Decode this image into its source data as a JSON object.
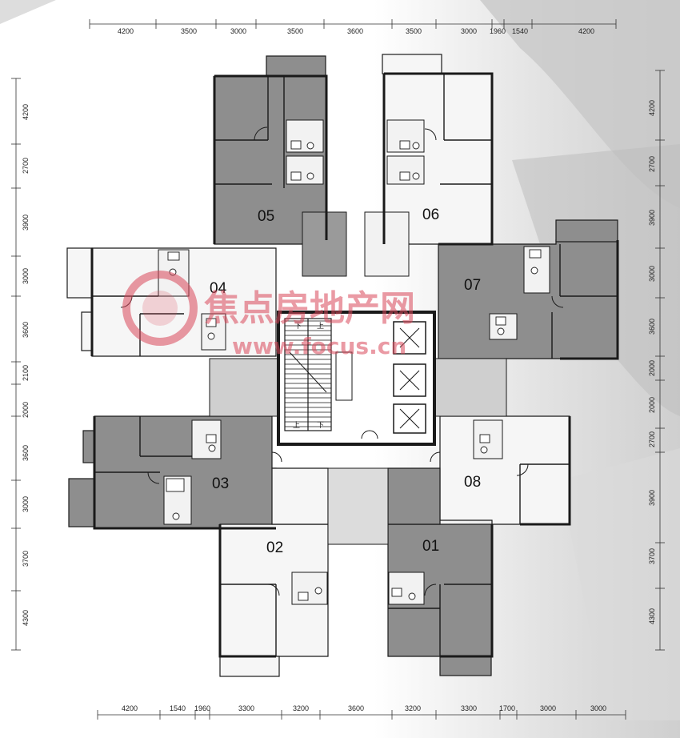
{
  "dimensions": {
    "top": [
      "4200",
      "3500",
      "3000",
      "3500",
      "3600",
      "3500",
      "3000",
      "1960",
      "1540",
      "4200"
    ],
    "bottom": [
      "4200",
      "1540",
      "1960",
      "3300",
      "3200",
      "3600",
      "3200",
      "3300",
      "1700",
      "3000",
      "3000"
    ],
    "left": [
      "4200",
      "2700",
      "3900",
      "3000",
      "3600",
      "2100",
      "2000",
      "3600",
      "3000",
      "3700",
      "4300"
    ],
    "right": [
      "4200",
      "2700",
      "3900",
      "3000",
      "3600",
      "2000",
      "2000",
      "2700",
      "3900",
      "3700",
      "4300"
    ]
  },
  "units": {
    "u01": "01",
    "u02": "02",
    "u03": "03",
    "u04": "04",
    "u05": "05",
    "u06": "06",
    "u07": "07",
    "u08": "08"
  },
  "core": {
    "stair_down": "下",
    "stair_up": "上"
  },
  "watermark": {
    "cn_text": "焦点房地产网",
    "url_text": "www.focus.cn"
  },
  "colors": {
    "wall": "#1a1a1a",
    "shaded_unit": "#8e8e8e",
    "light_unit": "#f6f6f6",
    "watermark": "#d9485a"
  }
}
